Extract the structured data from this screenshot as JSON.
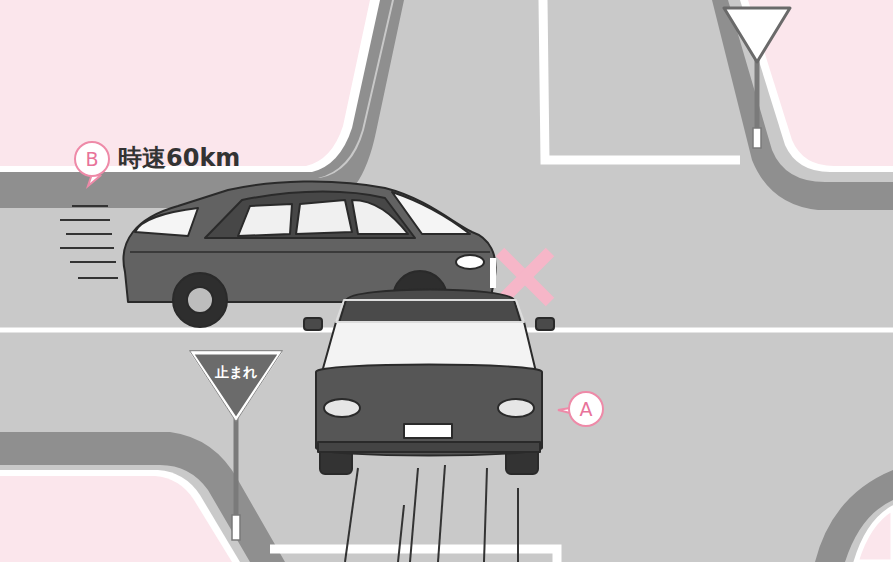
{
  "diagram": {
    "nodes": [
      {
        "text": [
          "B"
        ]
      },
      {
        "text": [
          "止まれ"
        ]
      },
      {
        "text": [
          "A"
        ]
      }
    ],
    "labels": [
      "時速60km"
    ]
  }
}
